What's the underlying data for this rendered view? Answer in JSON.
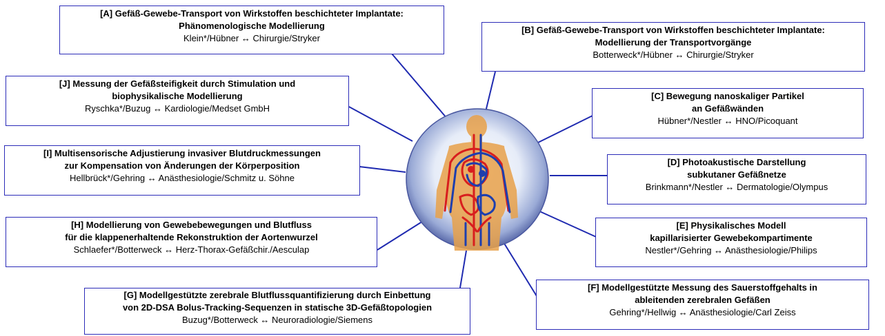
{
  "projects": [
    {
      "id": "A",
      "title": "[A] Gefäß-Gewebe-Transport von Wirkstoffen beschichteter Implantate:\nPhänomenologische Modellierung",
      "people": "Klein*/Hübner ↔ Chirurgie/Stryker"
    },
    {
      "id": "B",
      "title": "[B] Gefäß-Gewebe-Transport von Wirkstoffen beschichteter Implantate:\nModellierung der Transportvorgänge",
      "people": "Botterweck*/Hübner ↔ Chirurgie/Stryker"
    },
    {
      "id": "C",
      "title": "[C] Bewegung nanoskaliger Partikel\nan Gefäßwänden",
      "people": "Hübner*/Nestler ↔ HNO/Picoquant"
    },
    {
      "id": "D",
      "title": "[D] Photoakustische Darstellung\nsubkutaner Gefäßnetze",
      "people": "Brinkmann*/Nestler ↔ Dermatologie/Olympus"
    },
    {
      "id": "E",
      "title": "[E] Physikalisches Modell\nkapillarisierter Gewebekompartimente",
      "people": "Nestler*/Gehring ↔ Anästhesiologie/Philips"
    },
    {
      "id": "F",
      "title": "[F] Modellgestützte Messung des Sauerstoffgehalts in\nableitenden zerebralen Gefäßen",
      "people": "Gehring*/Hellwig ↔ Anästhesiologie/Carl Zeiss"
    },
    {
      "id": "G",
      "title": "[G] Modellgestützte zerebrale Blutflussquantifizierung durch Einbettung\nvon 2D-DSA Bolus-Tracking-Sequenzen in statische 3D-Gefäßtopologien",
      "people": "Buzug*/Botterweck ↔ Neuroradiologie/Siemens"
    },
    {
      "id": "H",
      "title": "[H] Modellierung von Gewebebewegungen und Blutfluss\nfür die klappenerhaltende Rekonstruktion der Aortenwurzel",
      "people": "Schlaefer*/Botterweck ↔ Herz-Thorax-Gefäßchir./Aesculap"
    },
    {
      "id": "I",
      "title": "[I] Multisensorische Adjustierung invasiver Blutdruckmessungen\nzur Kompensation von Änderungen der Körperposition",
      "people": "Hellbrück*/Gehring ↔ Anästhesiologie/Schmitz u. Söhne"
    },
    {
      "id": "J",
      "title": "[J] Messung der Gefäßsteifigkeit durch Stimulation und\nbiophysikalische Modellierung",
      "people": "Ryschka*/Buzug ↔ Kardiologie/Medset GmbH"
    }
  ],
  "colors": {
    "line": "#1f2ab0",
    "border": "#2b2bb8",
    "arteries": "#d81e1e",
    "veins": "#1e3fae",
    "body": "#e8a14a"
  },
  "hub_icon": "human-circulatory-system-icon"
}
